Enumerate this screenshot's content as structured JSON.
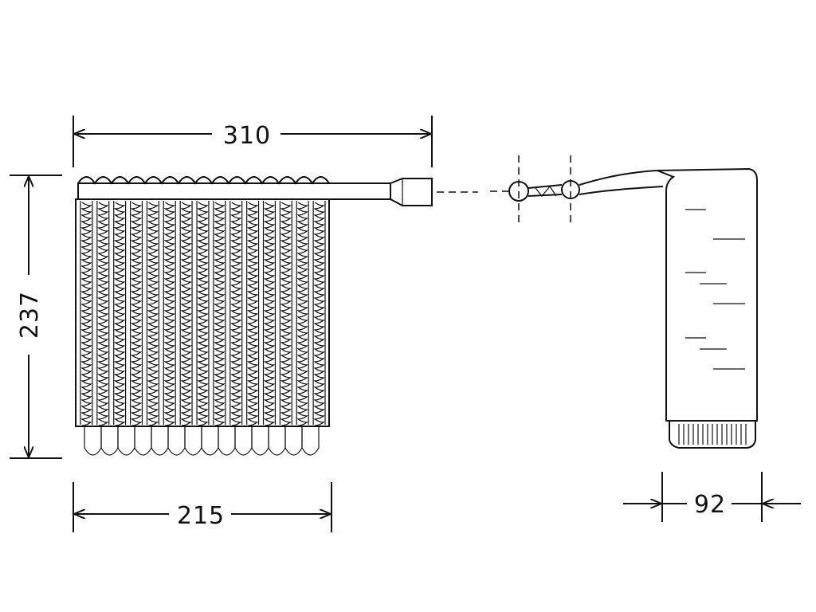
{
  "dimensions": {
    "width_top": "310",
    "height_left": "237",
    "core_width": "215",
    "depth": "92"
  },
  "colors": {
    "line": "#111111",
    "background": "#ffffff"
  }
}
